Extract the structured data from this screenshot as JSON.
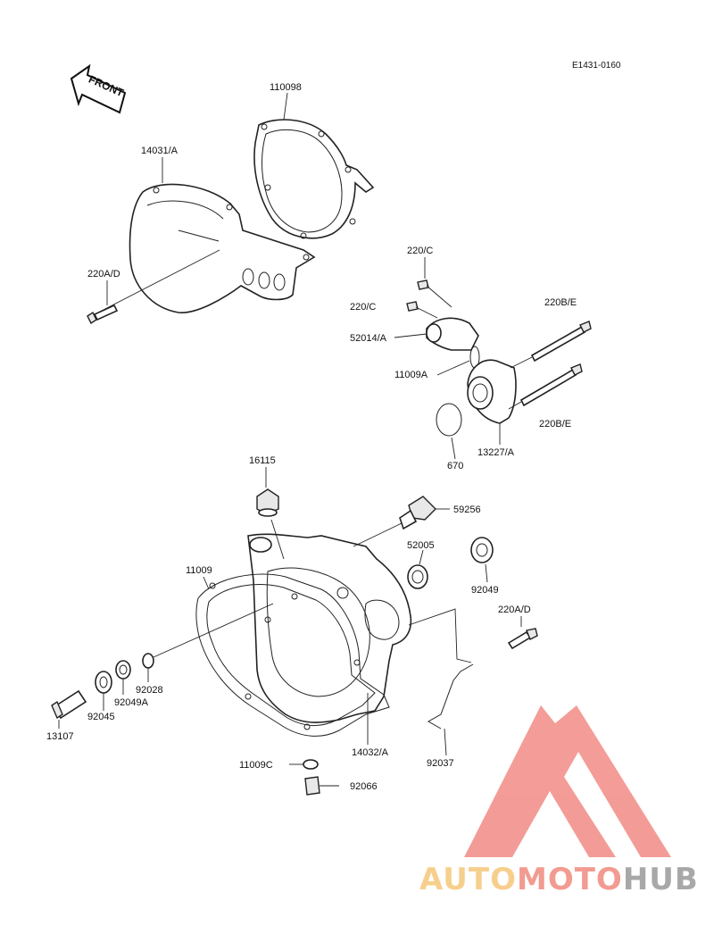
{
  "diagram_code": "E1431-0160",
  "front_label": "FRONT",
  "labels": {
    "p110098": "110098",
    "p14031A": "14031/A",
    "p220AD_top": "220A/D",
    "p220C_1": "220/C",
    "p220C_2": "220/C",
    "p52014A": "52014/A",
    "p11009A": "11009A",
    "p220BE_1": "220B/E",
    "p220BE_2": "220B/E",
    "p670": "670",
    "p13227A": "13227/A",
    "p16115": "16115",
    "p59256": "59256",
    "p52005": "52005",
    "p92049": "92049",
    "p11009": "11009",
    "p220AD_bot": "220A/D",
    "p92028": "92028",
    "p92049A": "92049A",
    "p92045": "92045",
    "p13107": "13107",
    "p14032A": "14032/A",
    "p92037": "92037",
    "p11009C": "11009C",
    "p92066": "92066"
  },
  "watermark": {
    "auto": "AUTO",
    "moto": "MOTO",
    "hub": "HUB",
    "color_auto": "#f6c77a",
    "color_moto": "#f08a7e",
    "color_hub": "#9a9a9a",
    "color_triangle": "#f28b85"
  }
}
